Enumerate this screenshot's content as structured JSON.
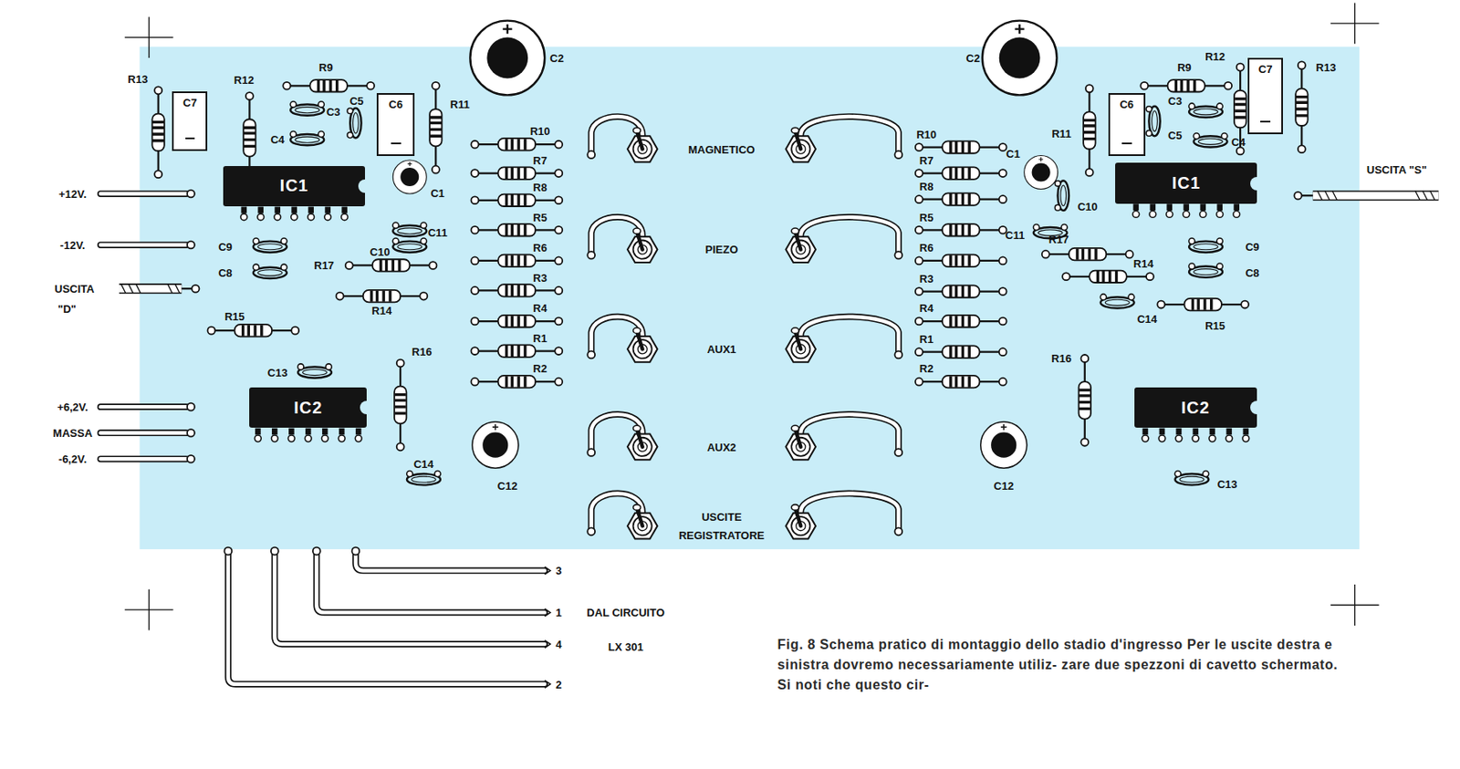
{
  "diagram": {
    "caption": "Fig. 8 Schema pratico di montaggio dello stadio d'ingresso Per le uscite destra e sinistra dovremo necessariamente utiliz- zare due spezzoni di cavetto schermato. Si noti che questo cir-",
    "nodes": [
      {
        "text": [
          "C7"
        ]
      },
      {
        "text": [
          "C6"
        ]
      },
      {
        "text": [
          "IC1"
        ]
      },
      {
        "text": [
          "IC2"
        ]
      },
      {
        "text": [
          "C6"
        ]
      },
      {
        "text": [
          "C7"
        ]
      },
      {
        "text": [
          "IC1"
        ]
      },
      {
        "text": [
          "IC2"
        ]
      }
    ],
    "labels": [
      "R13",
      "R12",
      "R9",
      "C3",
      "C4",
      "C5",
      "C2",
      "R11",
      "R10",
      "R7",
      "R8",
      "R5",
      "R6",
      "R3",
      "R4",
      "R1",
      "R2",
      "C1",
      "C11",
      "C10",
      "C9",
      "C8",
      "R17",
      "R14",
      "R15",
      "C13",
      "R16",
      "C14",
      "C12",
      "+12V.",
      "-12V.",
      "USCITA",
      "\"D\"",
      "+6,2V.",
      "MASSA",
      "-6,2V.",
      "MAGNETICO",
      "PIEZO",
      "AUX1",
      "AUX2",
      "USCITE",
      "REGISTRATORE",
      "C2",
      "R11",
      "R9",
      "R12",
      "R13",
      "C3",
      "C5",
      "C4",
      "R10",
      "R7",
      "R8",
      "R5",
      "R6",
      "R3",
      "R4",
      "R1",
      "R2",
      "C1",
      "C10",
      "C11",
      "C9",
      "C8",
      "R17",
      "R14",
      "C14",
      "R15",
      "R16",
      "C12",
      "C13",
      "USCITA \"S\"",
      "3",
      "1",
      "4",
      "2",
      "DAL CIRCUITO",
      "LX 301"
    ]
  }
}
